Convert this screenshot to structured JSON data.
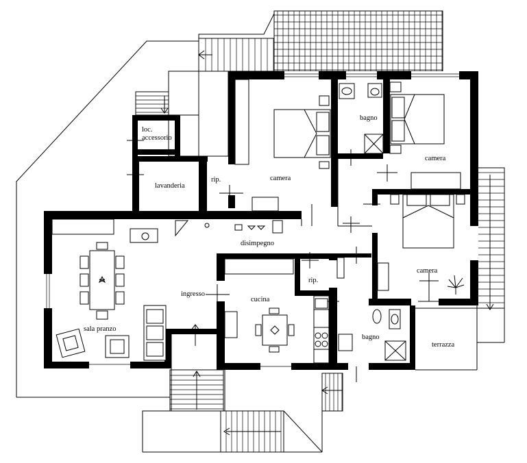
{
  "rooms": {
    "loc_accessorio_line1": "loc.",
    "loc_accessorio_line2": "accessorio",
    "lavanderia": "lavanderia",
    "rip_top": "rip.",
    "camera_top": "camera",
    "bagno_top": "bagno",
    "camera_right_top": "camera",
    "camera_right": "camera",
    "disimpegno": "disimpegno",
    "sala_pranzo": "sala pranzo",
    "ingresso": "ingresso",
    "cucina": "cucina",
    "rip_mid": "rip.",
    "bagno_bottom": "bagno",
    "terrazza": "terrazza"
  },
  "symbols": {
    "wall_color": "#000000",
    "line_color": "#000000",
    "background": "#ffffff"
  }
}
